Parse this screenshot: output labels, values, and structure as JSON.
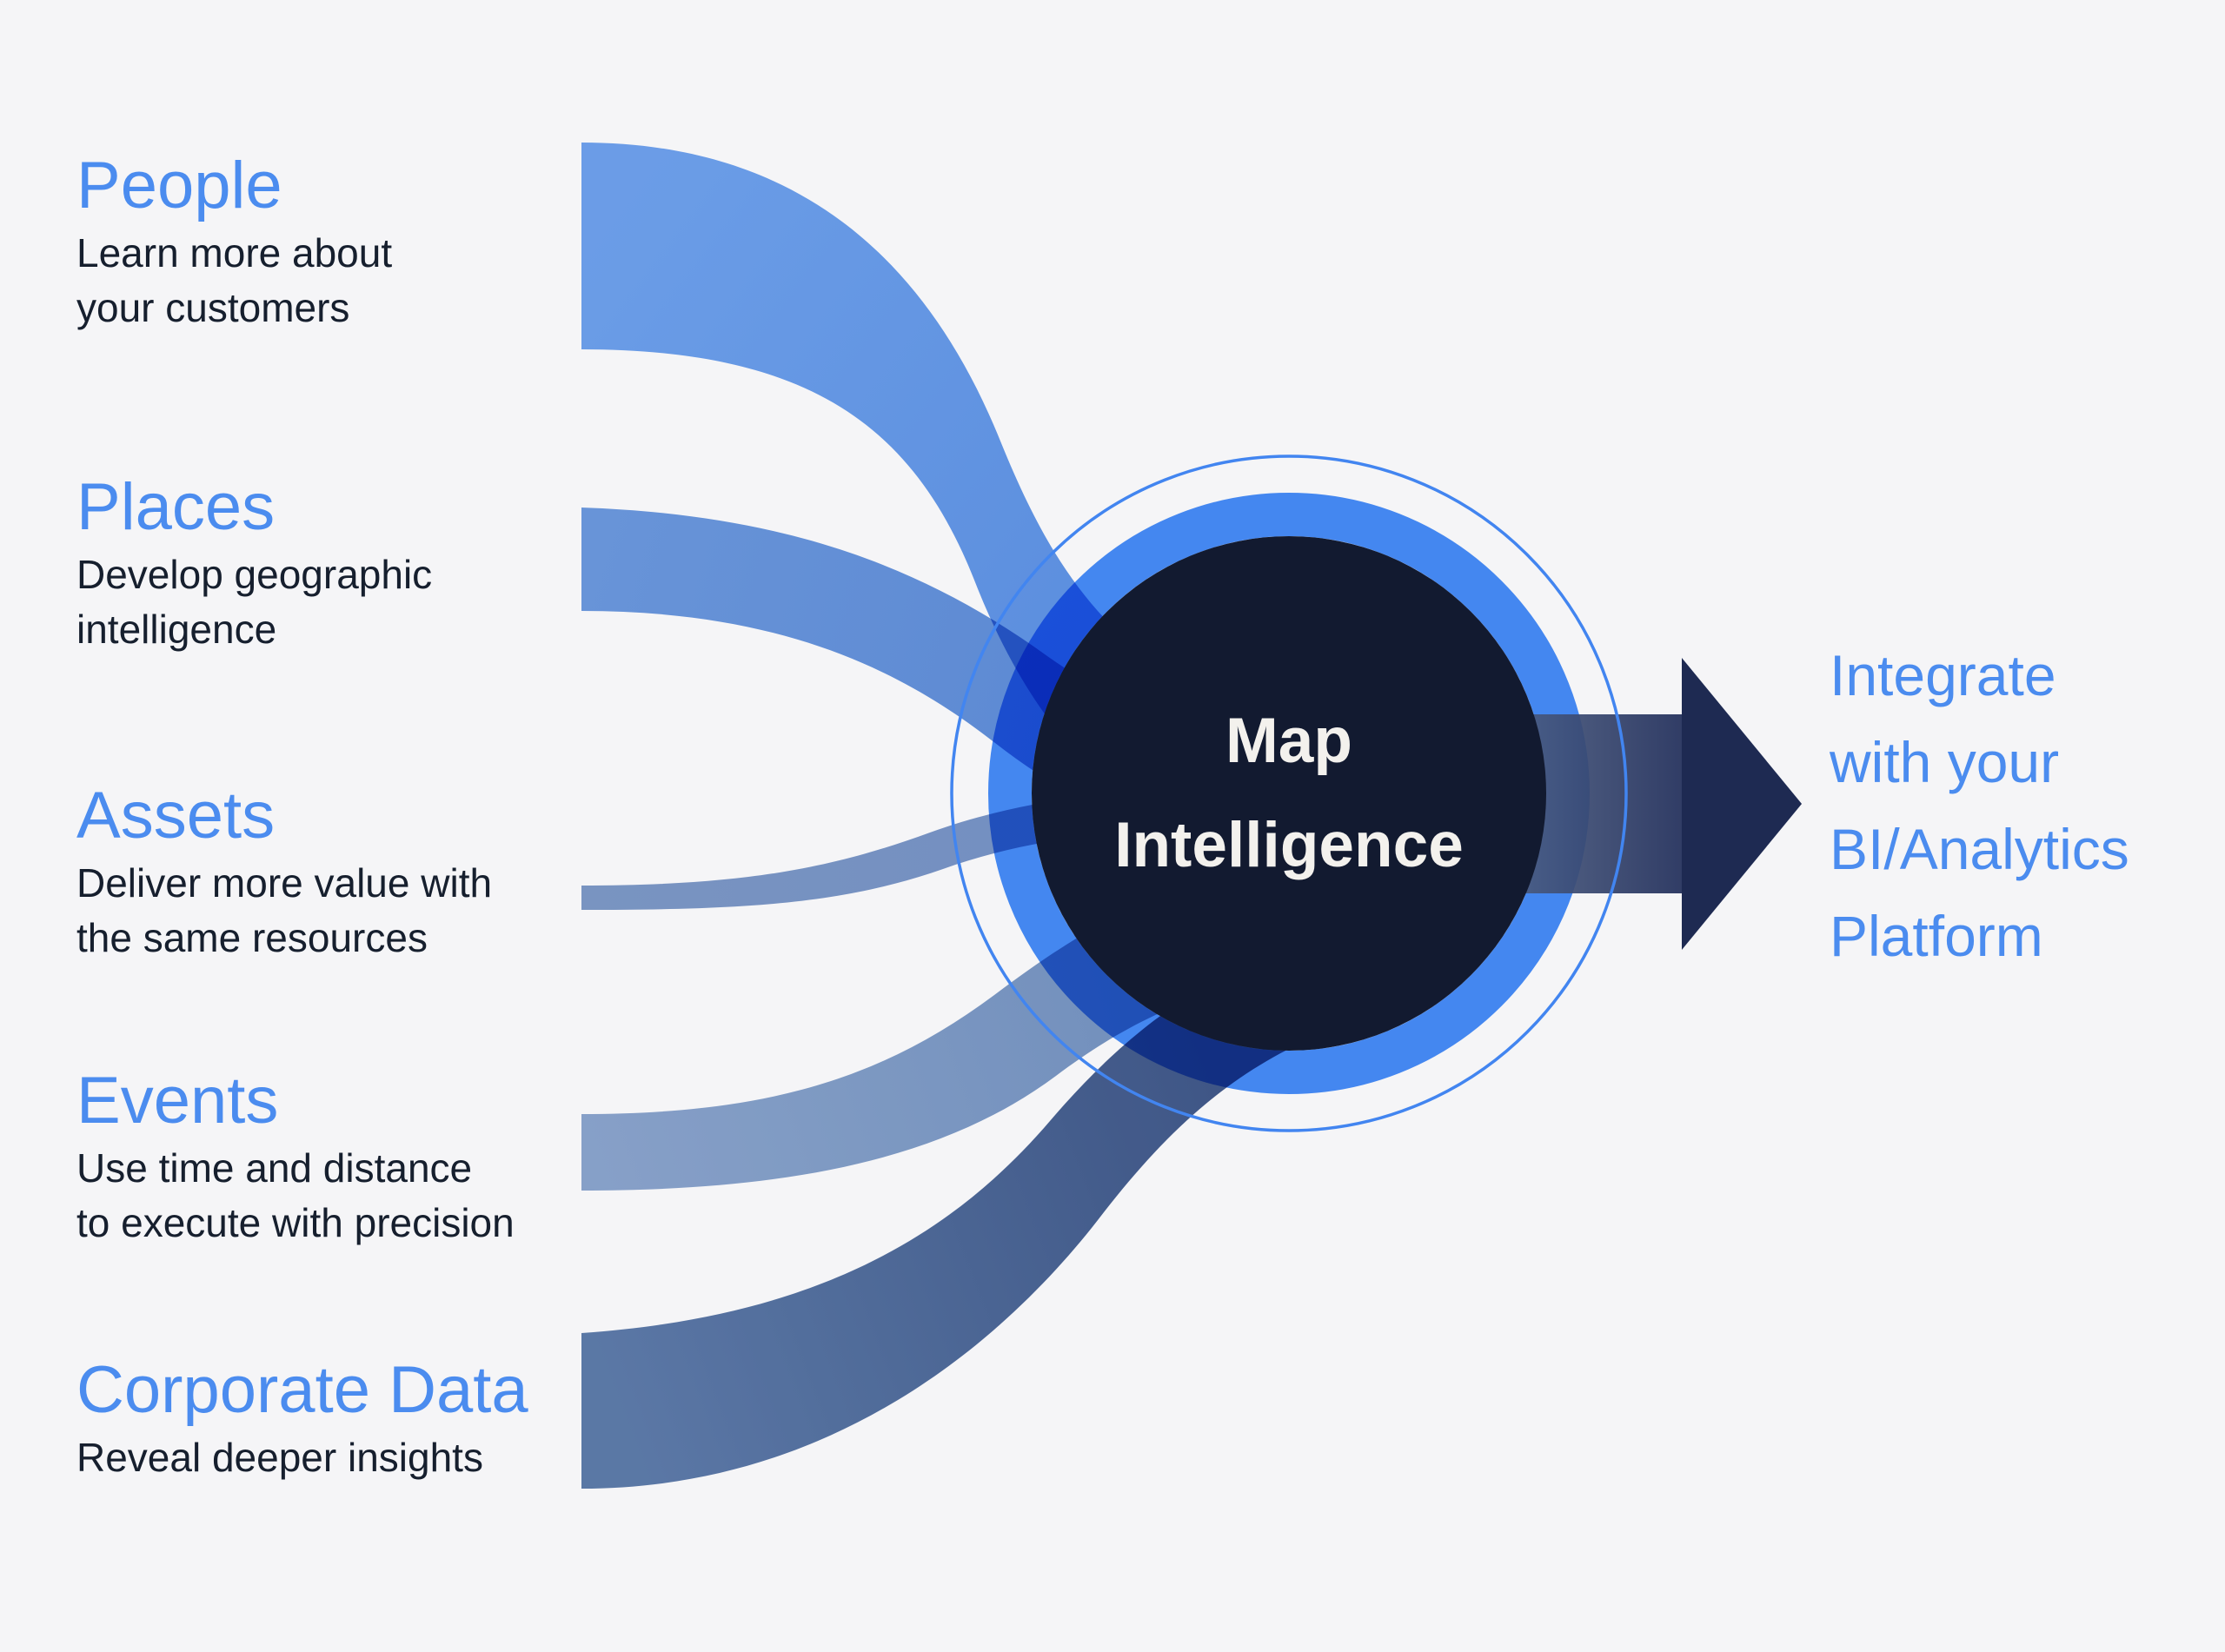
{
  "center": {
    "title_line1": "Map",
    "title_line2": "Intelligence"
  },
  "sources": [
    {
      "title": "People",
      "desc_line1": "Learn more about",
      "desc_line2": "your customers"
    },
    {
      "title": "Places",
      "desc_line1": "Develop geographic",
      "desc_line2": "intelligence"
    },
    {
      "title": "Assets",
      "desc_line1": "Deliver more value with",
      "desc_line2": "the same resources"
    },
    {
      "title": "Events",
      "desc_line1": "Use time and distance",
      "desc_line2": "to execute with precision"
    },
    {
      "title": "Corporate Data",
      "desc_line1": "Reveal deeper insights",
      "desc_line2": ""
    }
  ],
  "destination": {
    "line1": "Integrate",
    "line2": "with your",
    "line3": "BI/Analytics",
    "line4": "Platform"
  },
  "colors": {
    "background": "#F5F5F7",
    "accent_blue_text": "#4B8CEF",
    "dark_text": "#161F2E",
    "circle_fill": "#121A30",
    "circle_ring": "#4487F0",
    "outline_ring": "#4285F0",
    "arrow_navy": "#1E2A52",
    "ribbon_people": "#6FA3EF",
    "ribbon_places": "#6C9ADF",
    "ribbon_assets": "#7E9AC8",
    "ribbon_events": "#8CA7CF",
    "ribbon_corporate": "#5E7DAB",
    "title_text": "#F3F1ED"
  }
}
